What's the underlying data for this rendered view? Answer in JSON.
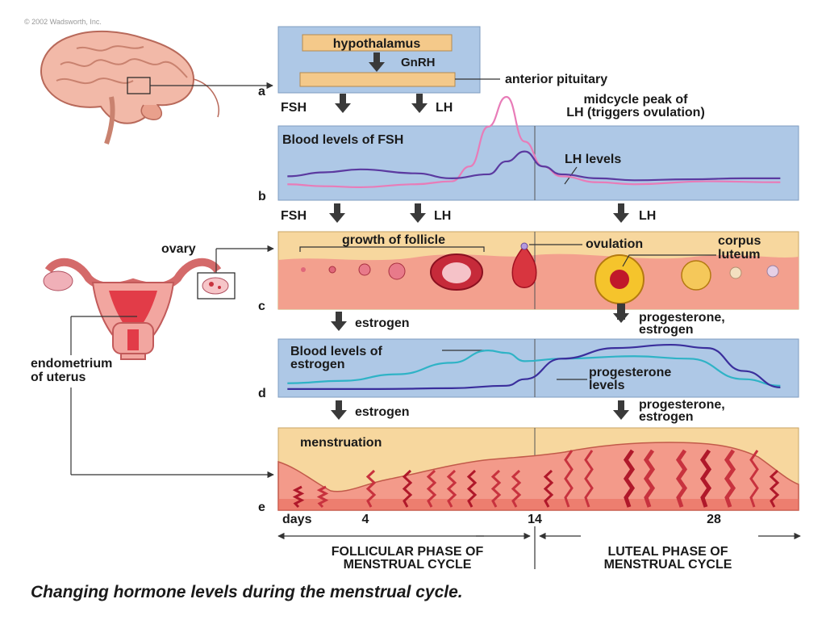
{
  "credit": "© 2002 Wadsworth, Inc.",
  "caption": "Changing hormone levels during the menstrual cycle.",
  "left": {
    "ovary": "ovary",
    "endometrium_line1": "endometrium",
    "endometrium_line2": "of uterus"
  },
  "panel_a": {
    "letter": "a",
    "hypothalamus": "hypothalamus",
    "gnrh": "GnRH",
    "anterior_pituitary": "anterior pituitary",
    "fsh": "FSH",
    "lh": "LH"
  },
  "midcycle_line1": "midcycle peak of",
  "midcycle_line2": "LH (triggers ovulation)",
  "panel_b": {
    "letter": "b",
    "title": "Blood levels of FSH",
    "lh_levels": "LH levels"
  },
  "arrows_bc": {
    "fsh": "FSH",
    "lh1": "LH",
    "lh2": "LH"
  },
  "panel_c": {
    "letter": "c",
    "growth": "growth of follicle",
    "ovulation": "ovulation",
    "corpus1": "corpus",
    "corpus2": "luteum"
  },
  "arrows_cd": {
    "estrogen": "estrogen",
    "prog1": "progesterone,",
    "prog2": "estrogen"
  },
  "panel_d": {
    "letter": "d",
    "title1": "Blood levels of",
    "title2": "estrogen",
    "prog1": "progesterone",
    "prog2": "levels"
  },
  "arrows_de": {
    "estrogen": "estrogen",
    "prog1": "progesterone,",
    "prog2": "estrogen"
  },
  "panel_e": {
    "letter": "e",
    "menstruation": "menstruation"
  },
  "days": {
    "label": "days",
    "d4": "4",
    "d14": "14",
    "d28": "28"
  },
  "phases": {
    "follicular1": "FOLLICULAR PHASE OF",
    "follicular2": "MENSTRUAL CYCLE",
    "luteal1": "LUTEAL PHASE OF",
    "luteal2": "MENSTRUAL CYCLE"
  },
  "colors": {
    "panel_blue": "#aec8e6",
    "panel_peach": "#f7d79e",
    "fsh_line": "#5b3aa0",
    "lh_line": "#e87cb8",
    "estrogen_line": "#2fb3c6",
    "progesterone_line": "#3a2e9c",
    "tissue": "#f3a08e",
    "arrow": "#3a3a3a"
  },
  "chart_data": [
    {
      "type": "line",
      "title": "Blood levels of FSH",
      "series": [
        {
          "name": "Blood levels of FSH",
          "x": [
            1,
            3,
            5,
            8,
            10,
            12,
            13,
            14,
            15,
            16,
            18,
            20,
            23,
            26,
            28
          ],
          "y": [
            20,
            24,
            27,
            23,
            18,
            22,
            35,
            45,
            30,
            22,
            18,
            16,
            17,
            18,
            18
          ]
        },
        {
          "name": "LH levels",
          "x": [
            1,
            3,
            5,
            8,
            10,
            11,
            12,
            13,
            14,
            15,
            16,
            18,
            20,
            24,
            28
          ],
          "y": [
            12,
            10,
            9,
            12,
            15,
            30,
            70,
            100,
            55,
            30,
            20,
            14,
            12,
            15,
            14
          ]
        }
      ]
    },
    {
      "type": "line",
      "title": "Blood levels of estrogen",
      "series": [
        {
          "name": "estrogen",
          "x": [
            1,
            4,
            7,
            10,
            12,
            13,
            14,
            16,
            20,
            23,
            26,
            28
          ],
          "y": [
            15,
            18,
            26,
            40,
            55,
            52,
            42,
            45,
            48,
            45,
            20,
            12
          ]
        },
        {
          "name": "progesterone levels",
          "x": [
            1,
            6,
            10,
            13,
            14,
            16,
            19,
            22,
            24,
            26,
            28
          ],
          "y": [
            8,
            8,
            9,
            12,
            20,
            45,
            58,
            62,
            58,
            30,
            10
          ]
        }
      ]
    }
  ]
}
